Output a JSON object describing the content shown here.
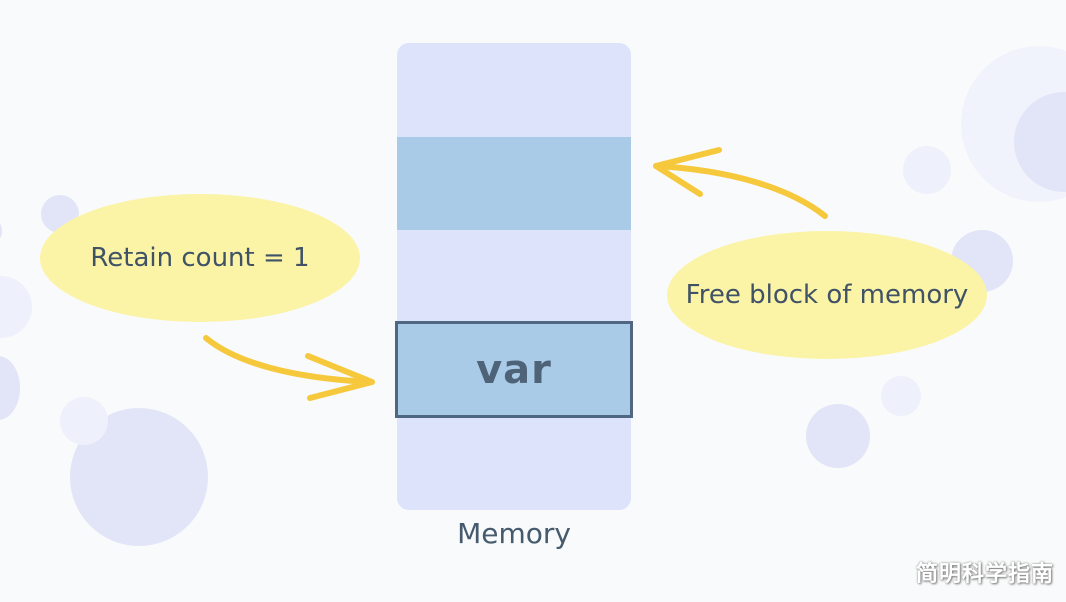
{
  "diagram": {
    "block_label": "var",
    "memory_label": "Memory",
    "callouts": {
      "retain_count": "Retain count = 1",
      "free_block": "Free block of memory"
    },
    "watermark": "简明科学指南"
  },
  "colors": {
    "memory_column": "#dce3fa",
    "allocated_block": "#a9cbe7",
    "block_border": "#4f6780",
    "callout_fill": "#fbf3a5",
    "arrow": "#f6c83c",
    "text": "#3f5266"
  }
}
